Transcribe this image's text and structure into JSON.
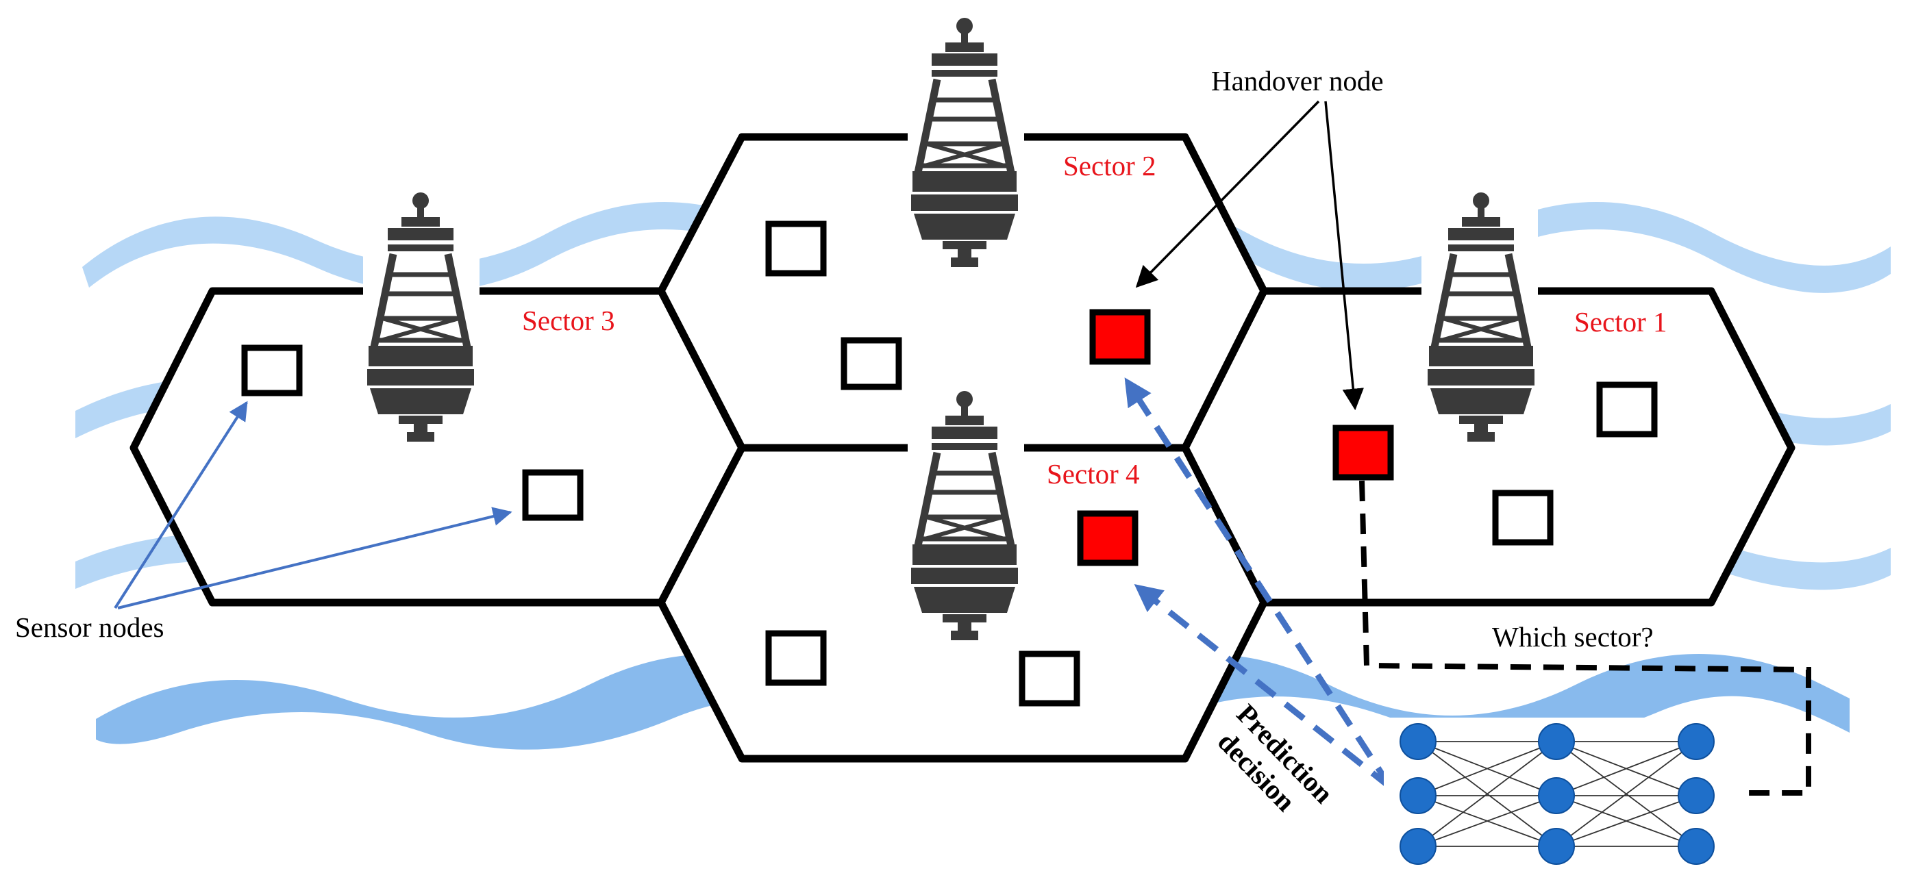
{
  "sectors": {
    "sector1": "Sector 1",
    "sector2": "Sector 2",
    "sector3": "Sector 3",
    "sector4": "Sector 4"
  },
  "labels": {
    "handover_node": "Handover node",
    "sensor_nodes": "Sensor nodes",
    "which_sector": "Which sector?",
    "prediction_line1": "Prediction",
    "prediction_line2": "decision"
  },
  "colors": {
    "sector_text": "#e8141b",
    "handover_fill": "#ff0000",
    "arrow_blue": "#4472c4",
    "wave_blue": "#a9d0f5",
    "nn_node": "#1f6fc9",
    "buoy_dark": "#3a3a3a"
  },
  "icons": [
    "buoy-icon",
    "neural-network-icon",
    "sensor-node-icon"
  ]
}
